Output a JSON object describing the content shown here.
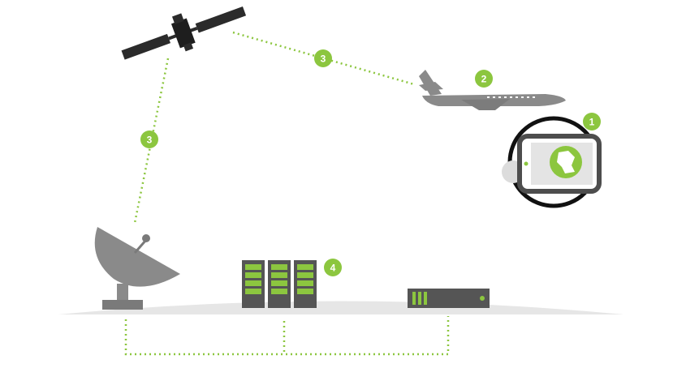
{
  "colors": {
    "accent": "#8cc63f",
    "dark": "#555555",
    "grey": "#8a8a8a",
    "ground": "#e8e8e8"
  },
  "steps": {
    "one": "1",
    "two": "2",
    "three": "3",
    "four": "4"
  },
  "icons": {
    "satellite": "satellite-icon",
    "airplane": "airplane-icon",
    "tablet": "tablet-icon",
    "dish": "satellite-dish-icon",
    "servers": "server-rack-icon",
    "modem": "network-appliance-icon"
  }
}
